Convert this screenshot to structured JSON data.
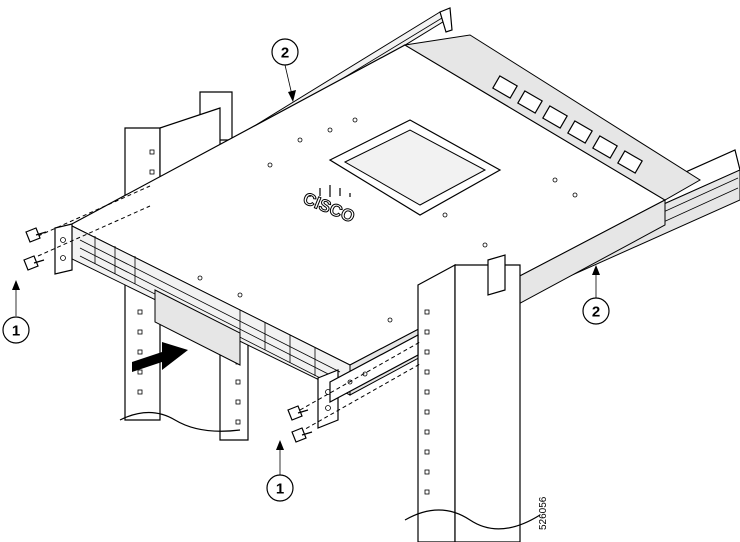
{
  "figure": {
    "callouts": [
      {
        "label": "1"
      },
      {
        "label": "1"
      },
      {
        "label": "2"
      },
      {
        "label": "2"
      }
    ],
    "brand_text": "CISCO",
    "figure_number": "526056"
  },
  "colors": {
    "line": "#000000",
    "background": "#ffffff",
    "shade": "#e6e6e6"
  },
  "icons": [
    "arrow-right-icon",
    "screw-icon",
    "cisco-logo-icon"
  ]
}
